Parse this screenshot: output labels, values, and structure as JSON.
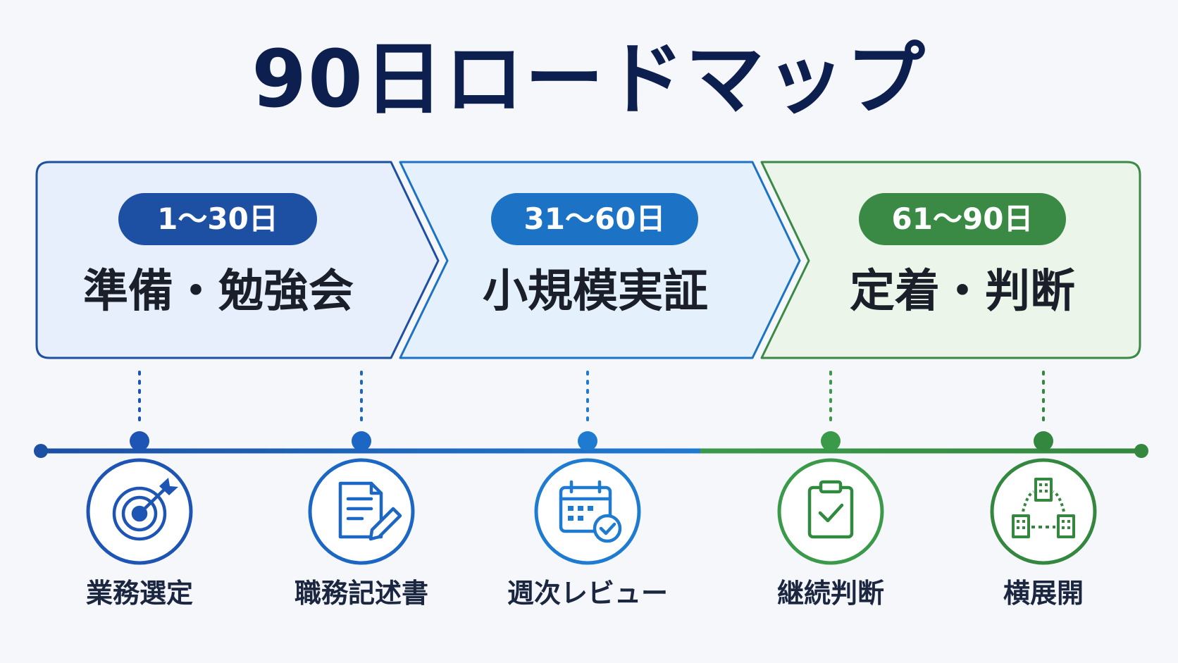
{
  "title": "90日ロードマップ",
  "phases": [
    {
      "range": "1〜30日",
      "name": "準備・勉強会",
      "color": "#1d4fa3"
    },
    {
      "range": "31〜60日",
      "name": "小規模実証",
      "color": "#1c72c4"
    },
    {
      "range": "61〜90日",
      "name": "定着・判断",
      "color": "#3a8a46"
    }
  ],
  "milestones": [
    {
      "label": "業務選定",
      "icon": "target-icon",
      "color": "#1e55b4"
    },
    {
      "label": "職務記述書",
      "icon": "document-edit-icon",
      "color": "#1c66c4"
    },
    {
      "label": "週次レビュー",
      "icon": "calendar-check-icon",
      "color": "#1f7bd0"
    },
    {
      "label": "継続判断",
      "icon": "clipboard-check-icon",
      "color": "#3a9a4a"
    },
    {
      "label": "横展開",
      "icon": "buildings-network-icon",
      "color": "#34873f"
    }
  ]
}
